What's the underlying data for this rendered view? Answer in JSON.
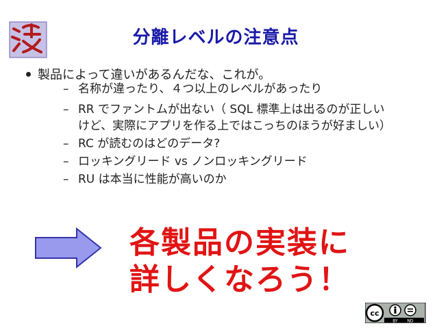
{
  "slide": {
    "title": "分離レベルの注意点",
    "main_bullet": "製品によって違いがあるんだな、これが。",
    "sub_bullets": [
      "名称が違ったり、４つ以上のレベルがあったり",
      "RR でファントムが出ない（ SQL 標準上は出るのが正しい",
      "けど、実際にアプリを作る上ではこっちのほうが好ましい）",
      "RC が読むのはどのデータ?",
      "ロッキングリード vs ノンロッキングリード",
      "RU は本当に性能が高いのか"
    ],
    "dash": "–",
    "callout_line1": "各製品の実装に",
    "callout_line2": "詳しくなろう！",
    "license": {
      "by": "BY",
      "nd": "ND"
    }
  },
  "colors": {
    "title": "#1a1aa8",
    "callout": "#e11414",
    "arrow_fill": "#9999ee",
    "arrow_stroke": "#3333aa"
  }
}
